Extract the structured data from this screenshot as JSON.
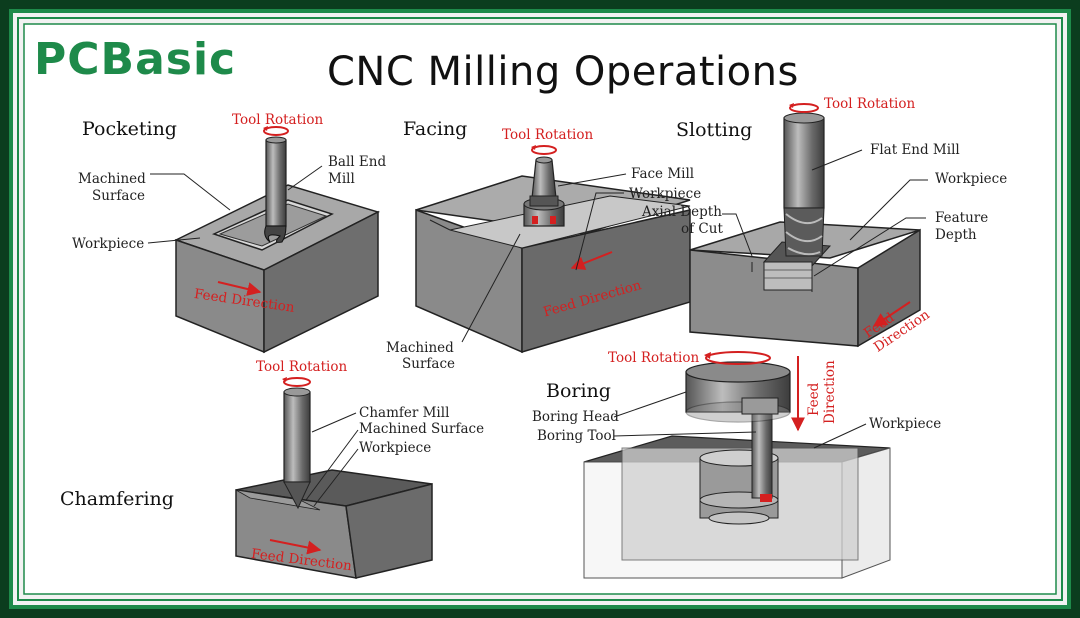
{
  "header": {
    "logo": "PCBasic",
    "title": "CNC Milling Operations"
  },
  "pocketing": {
    "title": "Pocketing",
    "tool_rotation": "Tool Rotation",
    "tool_line1": "Ball End",
    "tool_line2": "Mill",
    "surface_line1": "Machined",
    "surface_line2": "Surface",
    "workpiece": "Workpiece",
    "feed": "Feed Direction"
  },
  "facing": {
    "title": "Facing",
    "tool_rotation": "Tool Rotation",
    "tool": "Face Mill",
    "workpiece": "Workpiece",
    "feed": "Feed Direction",
    "surface_line1": "Machined",
    "surface_line2": "Surface"
  },
  "slotting": {
    "title": "Slotting",
    "tool_rotation": "Tool Rotation",
    "tool": "Flat End Mill",
    "workpiece": "Workpiece",
    "axial_line1": "Axial Depth",
    "axial_line2": "of Cut",
    "feature_line1": "Feature",
    "feature_line2": "Depth",
    "feed_line1": "Feed",
    "feed_line2": "Direction"
  },
  "chamfering": {
    "title": "Chamfering",
    "tool_rotation": "Tool Rotation",
    "tool": "Chamfer Mill",
    "surface": "Machined Surface",
    "workpiece": "Workpiece",
    "feed": "Feed Direction"
  },
  "boring": {
    "title": "Boring",
    "tool_rotation": "Tool Rotation",
    "head": "Boring Head",
    "tool": "Boring Tool",
    "workpiece": "Workpiece",
    "feed_line1": "Feed",
    "feed_line2": "Direction"
  },
  "colors": {
    "frame": "#0b3d1e",
    "brand_green": "#1e8a4a",
    "arrow_red": "#d42020",
    "block_gray": "#8e8e8e"
  }
}
